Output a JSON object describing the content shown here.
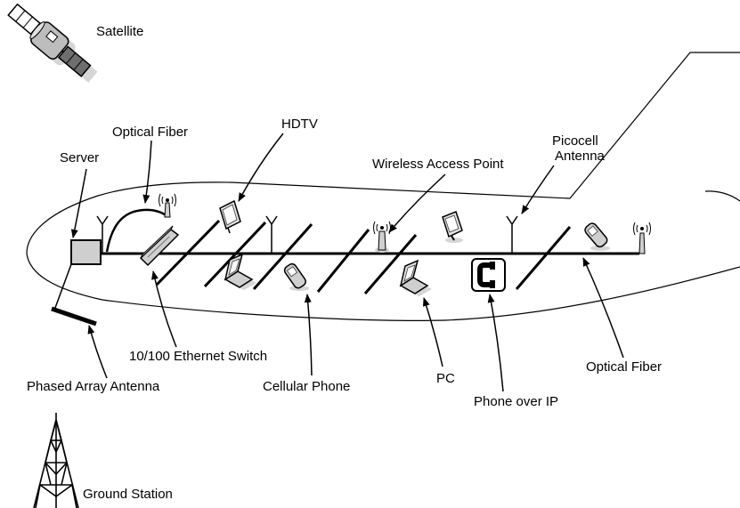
{
  "labels": {
    "satellite": "Satellite",
    "optical_fiber_top": "Optical Fiber",
    "server": "Server",
    "hdtv": "HDTV",
    "wireless_access_point": "Wireless Access Point",
    "picocell_line1": "Picocell",
    "picocell_line2": "Antenna",
    "ethernet_switch": "10/100 Ethernet Switch",
    "phased_array_antenna": "Phased Array Antenna",
    "cellular_phone": "Cellular Phone",
    "pc": "PC",
    "phone_over_ip": "Phone over IP",
    "optical_fiber_bottom": "Optical Fiber",
    "ground_station": "Ground Station"
  },
  "icons": {
    "satellite": "satellite-icon",
    "server": "server-icon",
    "switch": "ethernet-switch-icon",
    "hdtv": "hdtv-icon",
    "pc": "pc-monitor-icon",
    "laptop": "laptop-icon",
    "cell_phone": "cell-phone-icon",
    "access_point": "wireless-access-point-icon",
    "antenna": "antenna-icon",
    "phone": "phone-over-ip-icon",
    "tower": "ground-station-icon"
  },
  "colors": {
    "line": "#000000",
    "device_fill": "#cfcfcf",
    "shadow": "#d6d6d6",
    "background": "#ffffff"
  }
}
